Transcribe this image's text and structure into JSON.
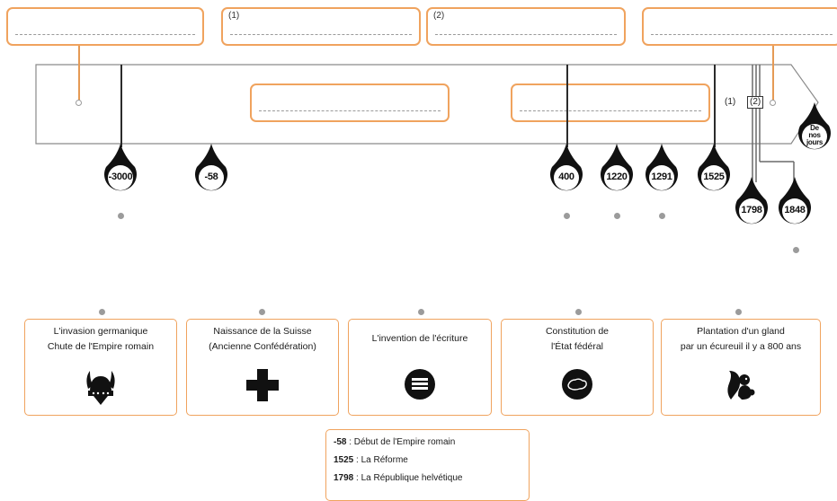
{
  "top_boxes": [
    {
      "num": ""
    },
    {
      "num": "(1)"
    },
    {
      "num": "(2)"
    },
    {
      "num": ""
    }
  ],
  "dates": [
    "-3000",
    "-58",
    "400",
    "1220",
    "1291",
    "1525",
    "1798",
    "1848",
    "De nos jours"
  ],
  "arrow_tags": {
    "t1": "(1)",
    "t2": "(2)"
  },
  "cards": [
    {
      "lines": [
        "L'invasion germanique",
        "Chute de l'Empire romain"
      ],
      "icon": "viking-helmet-icon"
    },
    {
      "lines": [
        "Naissance de la Suisse",
        "(Ancienne Confédération)"
      ],
      "icon": "swiss-cross-icon"
    },
    {
      "lines": [
        "L'invention de l'écriture"
      ],
      "icon": "writing-tablet-icon"
    },
    {
      "lines": [
        "Constitution de",
        "l'État fédéral"
      ],
      "icon": "swiss-map-icon"
    },
    {
      "lines": [
        "Plantation d'un gland",
        "par un écureuil il y a 800 ans"
      ],
      "icon": "squirrel-icon"
    }
  ],
  "legend": [
    {
      "year": "-58",
      "text": " : Début de l'Empire romain"
    },
    {
      "year": "1525",
      "text": " : La Réforme"
    },
    {
      "year": "1798",
      "text": " : La République helvétique"
    }
  ],
  "colors": {
    "accent": "#f0a35e",
    "line": "#2b2b2b",
    "dot": "#9b9b9b"
  }
}
